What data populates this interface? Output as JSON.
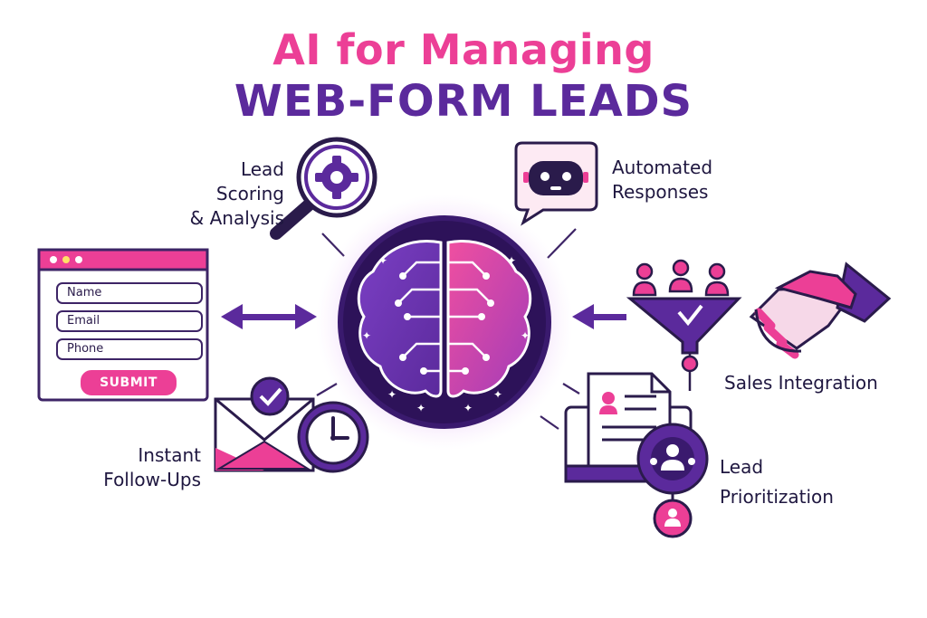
{
  "title": {
    "line1": "AI for Managing",
    "line2": "WEB-FORM LEADS"
  },
  "features": {
    "lead_scoring": {
      "line1": "Lead Scoring",
      "line2": "& Analysis"
    },
    "automated_responses": {
      "line1": "Automated",
      "line2": "Responses"
    },
    "sales_integration": {
      "line1": "Sales Integration"
    },
    "instant_follow_ups": {
      "line1": "Instant",
      "line2": "Follow-Ups"
    },
    "lead_prioritization": {
      "line1": "Lead",
      "line2": "Prioritization"
    }
  },
  "web_form": {
    "fields": [
      "Name",
      "Email",
      "Phone"
    ],
    "submit_label": "SUBMIT"
  },
  "colors": {
    "pink": "#ec3f96",
    "purple": "#5b2a9c",
    "dark": "#2a1b4b"
  },
  "icons": [
    "magnifier-gear-icon",
    "chatbot-icon",
    "brain-icon",
    "funnel-icon",
    "handshake-icon",
    "envelope-check-icon",
    "clock-icon",
    "document-icon",
    "user-node-icon"
  ]
}
